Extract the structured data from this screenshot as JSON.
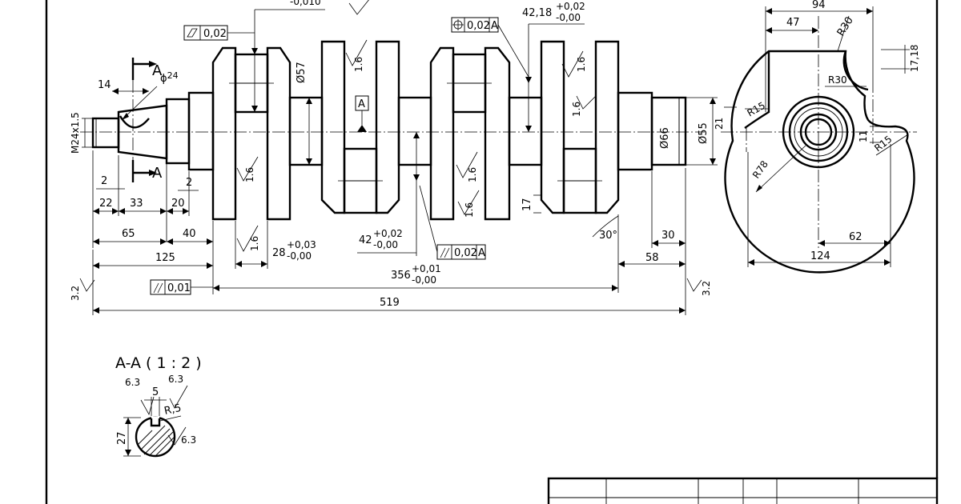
{
  "section": {
    "label": "A-A ( 1 : 2 )",
    "dims": {
      "h": "27",
      "w": "5",
      "r": "R,5"
    },
    "rough": [
      "6.3",
      "6.3",
      "6.3"
    ]
  },
  "section_marks": {
    "top": "A",
    "bottom": "A"
  },
  "datum": "A",
  "thread": "M24x1.5",
  "tolerances": {
    "cyl": "0,02",
    "pos": "0,02",
    "pos_ref": "A",
    "par": "0,02",
    "par_ref": "A",
    "par2": "0,01"
  },
  "front_dims": {
    "d24": "24",
    "d14": "14",
    "d2a": "2",
    "d2b": "2",
    "d22": "22",
    "d33": "33",
    "d20": "20",
    "d65": "65",
    "d40": "40",
    "d125": "125",
    "d57": "Ø57",
    "d66": "Ø66",
    "d55": "Ø55",
    "d17": "17",
    "d30deg": "30°",
    "d30": "30",
    "d58": "58",
    "d519": "519",
    "top_frag": "-0,010",
    "d28": {
      "base": "28",
      "up": "+0,03",
      "low": "-0,00"
    },
    "d42": {
      "base": "42",
      "up": "+0,02",
      "low": "-0,00"
    },
    "d4218": {
      "base": "42,18",
      "up": "+0,02",
      "low": "-0,00"
    },
    "d356": {
      "base": "356",
      "up": "+0,01",
      "low": "-0,00"
    }
  },
  "roughness": {
    "r16": "1.6",
    "r32": "3.2"
  },
  "side_dims": {
    "d94": "94",
    "d47": "47",
    "r30a": "R30",
    "r30b": "R30",
    "d1718": "17,18",
    "r15a": "R15",
    "r15b": "R15",
    "d21": "21",
    "d11": "11",
    "r78": "R78",
    "d62": "62",
    "d124": "124"
  }
}
